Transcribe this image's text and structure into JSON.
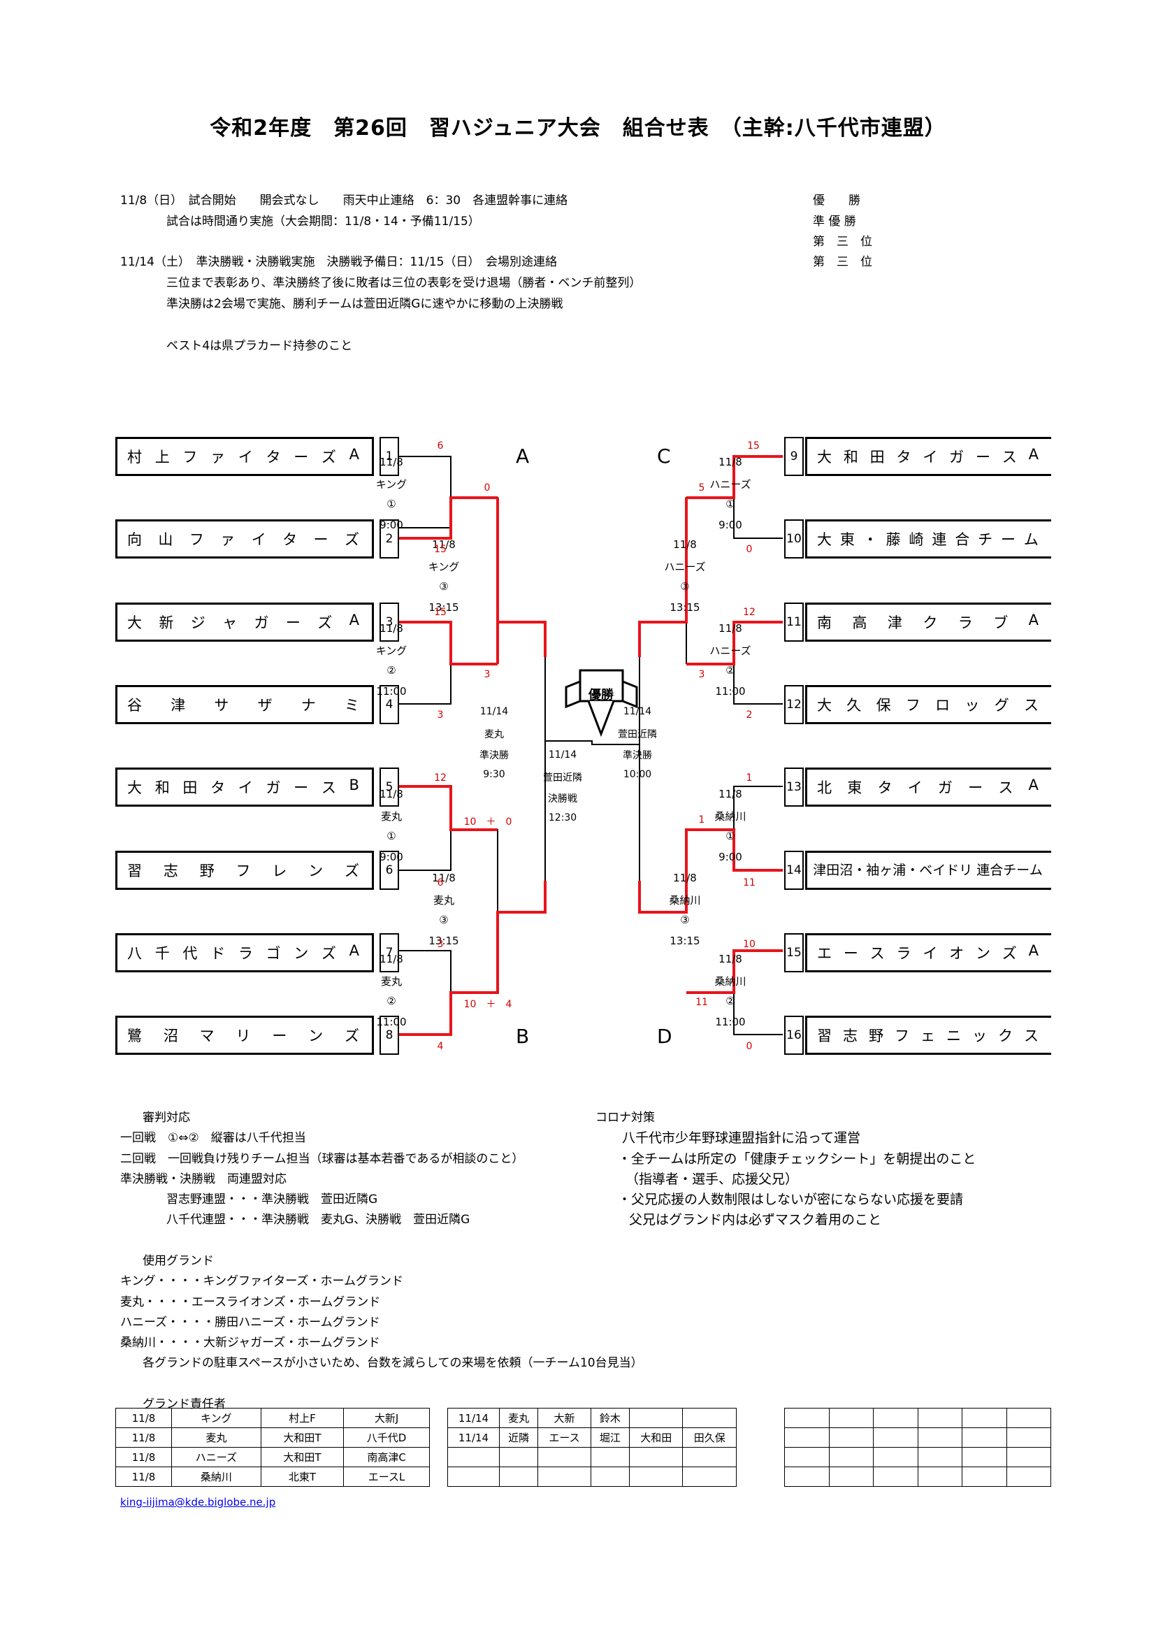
{
  "title": "令和2年度　第26回　習ハジュニア大会　組合せ表　（主幹:八千代市連盟）",
  "notes": {
    "n1": "11/8（日）　試合開始　　開会式なし　　雨天中止連絡　6：30　各連盟幹事に連絡",
    "n2": "試合は時間通り実施（大会期間：11/8・14・予備11/15）",
    "n3": "11/14（土）　準決勝戦・決勝戦実施　決勝戦予備日：11/15（日）　会場別途連絡",
    "n4": "三位まで表彰あり、準決勝終了後に敗者は三位の表彰を受け退場（勝者・ベンチ前整列）",
    "n5": "準決勝は2会場で実施、勝利チームは萱田近隣Gに速やかに移動の上決勝戦",
    "n6": "ベスト4は県プラカード持参のこと"
  },
  "awards": [
    "優　　勝",
    "準 優 勝",
    "第　三　位",
    "第　三　位"
  ],
  "teams": [
    {
      "seed": "1",
      "name": "村上ファイターズA"
    },
    {
      "seed": "2",
      "name": "向山ファイターズ"
    },
    {
      "seed": "3",
      "name": "大新ジャガーズA"
    },
    {
      "seed": "4",
      "name": "谷津サザナミ"
    },
    {
      "seed": "5",
      "name": "大和田タイガースB"
    },
    {
      "seed": "6",
      "name": "習志野フレンズ"
    },
    {
      "seed": "7",
      "name": "八千代ドラゴンズA"
    },
    {
      "seed": "8",
      "name": "鷺沼マリーンズ"
    },
    {
      "seed": "9",
      "name": "大和田タイガースA"
    },
    {
      "seed": "10",
      "name": "大東・藤崎連合チーム"
    },
    {
      "seed": "11",
      "name": "南高津クラブA"
    },
    {
      "seed": "12",
      "name": "大久保フロッグス"
    },
    {
      "seed": "13",
      "name": "北東タイガースA"
    },
    {
      "seed": "14",
      "name": "津田沼・袖ヶ浦・ベイドリ 連合チーム"
    },
    {
      "seed": "15",
      "name": "エースライオンズA"
    },
    {
      "seed": "16",
      "name": "習志野フェニックス"
    }
  ],
  "blocks": {
    "a": "A",
    "b": "B",
    "c": "C",
    "d": "D"
  },
  "matches": {
    "m1": [
      "11/8",
      "キング",
      "①",
      "9:00"
    ],
    "m2": [
      "11/8",
      "キング",
      "②",
      "11:00"
    ],
    "m3": [
      "11/8",
      "キング",
      "③",
      "13:15"
    ],
    "m4": [
      "11/8",
      "麦丸",
      "①",
      "9:00"
    ],
    "m5": [
      "11/8",
      "麦丸",
      "②",
      "11:00"
    ],
    "m6": [
      "11/8",
      "麦丸",
      "③",
      "13:15"
    ],
    "m7": [
      "11/8",
      "ハニーズ",
      "①",
      "9:00"
    ],
    "m8": [
      "11/8",
      "ハニーズ",
      "②",
      "11:00"
    ],
    "m9": [
      "11/8",
      "ハニーズ",
      "③",
      "13:15"
    ],
    "m10": [
      "11/8",
      "桑納川",
      "①",
      "9:00"
    ],
    "m11": [
      "11/8",
      "桑納川",
      "②",
      "11:00"
    ],
    "m12": [
      "11/8",
      "桑納川",
      "③",
      "13:15"
    ],
    "sfL": [
      "11/14",
      "麦丸",
      "準決勝",
      "9:30"
    ],
    "sfR": [
      "11/14",
      "萱田近隣",
      "準決勝",
      "10:00"
    ],
    "fin": [
      "11/14",
      "萱田近隣",
      "決勝戦",
      "12:30"
    ]
  },
  "champion_label": "優勝",
  "scores": {
    "s1": "6",
    "s2": "15",
    "s3": "15",
    "s4": "3",
    "s5": "0",
    "s6": "3",
    "s7": "12",
    "s8": "6",
    "s9": "3",
    "s10": "4",
    "s11": "10　＋　0",
    "s12": "10　＋　4",
    "s13": "15",
    "s14": "0",
    "s15": "12",
    "s16": "2",
    "s17": "5",
    "s18": "3",
    "s19": "1",
    "s20": "11",
    "s21": "10",
    "s22": "0",
    "s23": "1",
    "s24": "11"
  },
  "referee": {
    "head": "審判対応",
    "l1": "一回戦　①⇔②　縦審は八千代担当",
    "l2": "二回戦　一回戦負け残りチーム担当（球審は基本若番であるが相談のこと）",
    "l3": "準決勝戦・決勝戦　両連盟対応",
    "l4": "習志野連盟・・・準決勝戦　萱田近隣G",
    "l5": "八千代連盟・・・準決勝戦　麦丸G、決勝戦　萱田近隣G"
  },
  "corona": {
    "head": "コロナ対策",
    "l1": "八千代市少年野球連盟指針に沿って運営",
    "l2": "・全チームは所定の「健康チェックシート」を朝提出のこと",
    "l3": "（指導者・選手、応援父兄）",
    "l4": "・父兄応援の人数制限はしないが密にならない応援を要請",
    "l5": "父兄はグランド内は必ずマスク着用のこと"
  },
  "grounds": {
    "head": "使用グランド",
    "l1": "キング・・・・キングファイターズ・ホームグランド",
    "l2": "麦丸・・・・エースライオンズ・ホームグランド",
    "l3": "ハニーズ・・・・勝田ハニーズ・ホームグランド",
    "l4": "桑納川・・・・大新ジャガーズ・ホームグランド",
    "l5": "各グランドの駐車スペースが小さいため、台数を減らしての来場を依頼（一チーム10台見当）"
  },
  "ground_manager": {
    "head": "グランド責任者",
    "table1": [
      [
        "11/8",
        "キング",
        "村上F",
        "大新J"
      ],
      [
        "11/8",
        "麦丸",
        "大和田T",
        "八千代D"
      ],
      [
        "11/8",
        "ハニーズ",
        "大和田T",
        "南高津C"
      ],
      [
        "11/8",
        "桑納川",
        "北東T",
        "エースL"
      ]
    ],
    "table2": [
      [
        "11/14",
        "麦丸",
        "大新",
        "鈴木",
        "",
        ""
      ],
      [
        "11/14",
        "近隣",
        "エース",
        "堀江",
        "大和田",
        "田久保"
      ],
      [
        "",
        "",
        "",
        "",
        "",
        ""
      ],
      [
        "",
        "",
        "",
        "",
        "",
        ""
      ]
    ]
  },
  "email": "king-iijima@kde.biglobe.ne.jp",
  "colors": {
    "win_line": "#e8141b",
    "score": "#d40000"
  }
}
